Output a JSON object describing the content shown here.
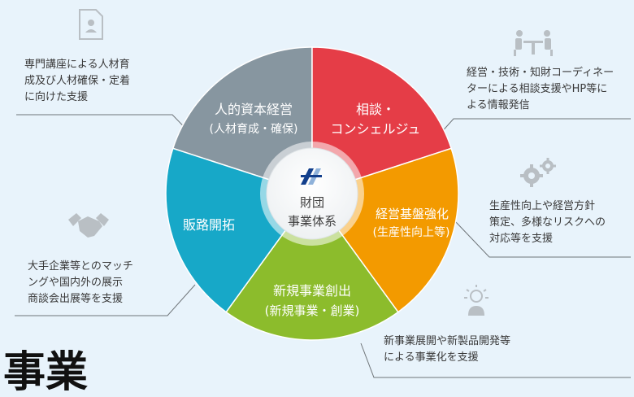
{
  "colors": {
    "background": "#e8f3fb",
    "human_capital": "#8796a0",
    "consult": "#e53d47",
    "management": "#f39a00",
    "new_business": "#8cbc2c",
    "sales": "#17a8c8",
    "icon": "#b9bfc4",
    "line": "#6e7478"
  },
  "center": {
    "line1": "財団",
    "line2": "事業体系"
  },
  "segments": [
    {
      "id": "human-capital",
      "label1": "人的資本経営",
      "label2": "(人材育成・確保)"
    },
    {
      "id": "consult",
      "label1": "相談・",
      "label2": "コンシェルジュ"
    },
    {
      "id": "management",
      "label1": "経営基盤強化",
      "label2": "(生産性向上等)"
    },
    {
      "id": "new-business",
      "label1": "新規事業創出",
      "label2": "(新規事業・創業)"
    },
    {
      "id": "sales",
      "label1": "販路開拓",
      "label2": ""
    }
  ],
  "descriptions": {
    "human_capital": "専門講座による人材育\n成及び人材確保・定着\nに向けた支援",
    "consult": "経営・技術・知財コーディネー\nターによる相談支援やHP等に\nよる情報発信",
    "management": "生産性向上や経営方針\n策定、多様なリスクへの\n対応等を支援",
    "new_business": "新事業展開や新製品開発等\nによる事業化を支援",
    "sales": "大手企業等とのマッチ\nングや国内外の展示\n商談会出展等を支援"
  },
  "icons": {
    "human_capital": "id-card-icon",
    "consult": "meeting-icon",
    "management": "gears-icon",
    "new_business": "idea-person-icon",
    "sales": "handshake-icon"
  },
  "heading_fragment": "事業"
}
